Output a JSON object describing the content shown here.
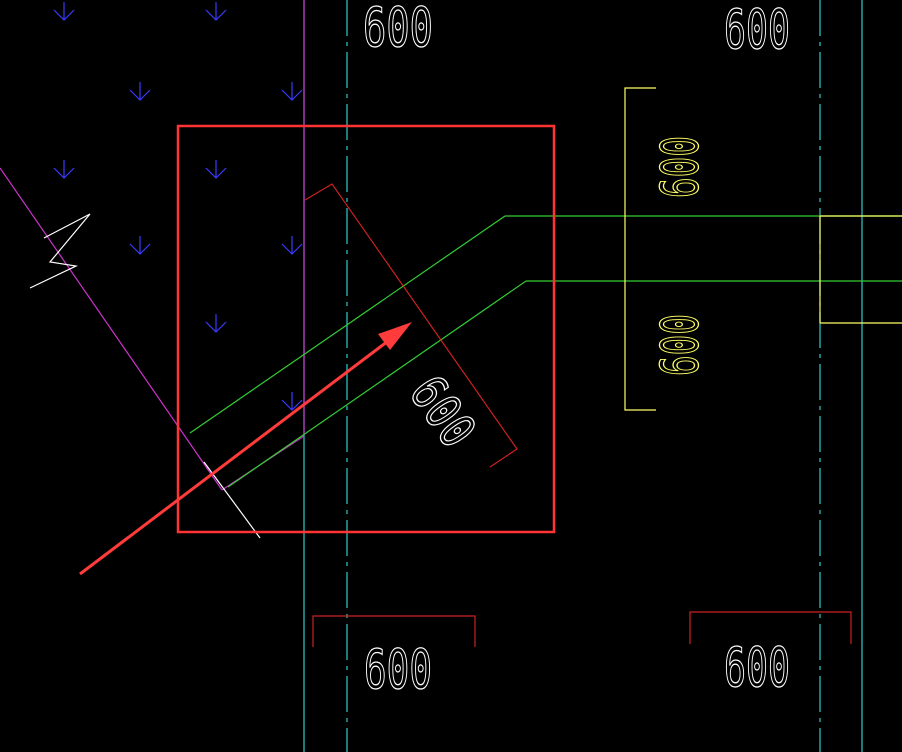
{
  "drawing": {
    "dimension_labels": {
      "top_left": "600",
      "top_right": "600",
      "right_upper_vertical": "600",
      "right_lower_vertical": "600",
      "diagonal": "600",
      "bottom_left": "600",
      "bottom_right": "600"
    },
    "colors": {
      "background": "#000000",
      "highlight_box": "#ff3333",
      "arrow": "#ff3b3b",
      "cyan_axis": "#33cccc",
      "magenta_line": "#cc33cc",
      "green_line": "#33cc33",
      "yellow_dim": "#ffff66",
      "red_dim": "#cc2222",
      "blue_symbol": "#3333ff",
      "white_line": "#ffffff"
    }
  }
}
